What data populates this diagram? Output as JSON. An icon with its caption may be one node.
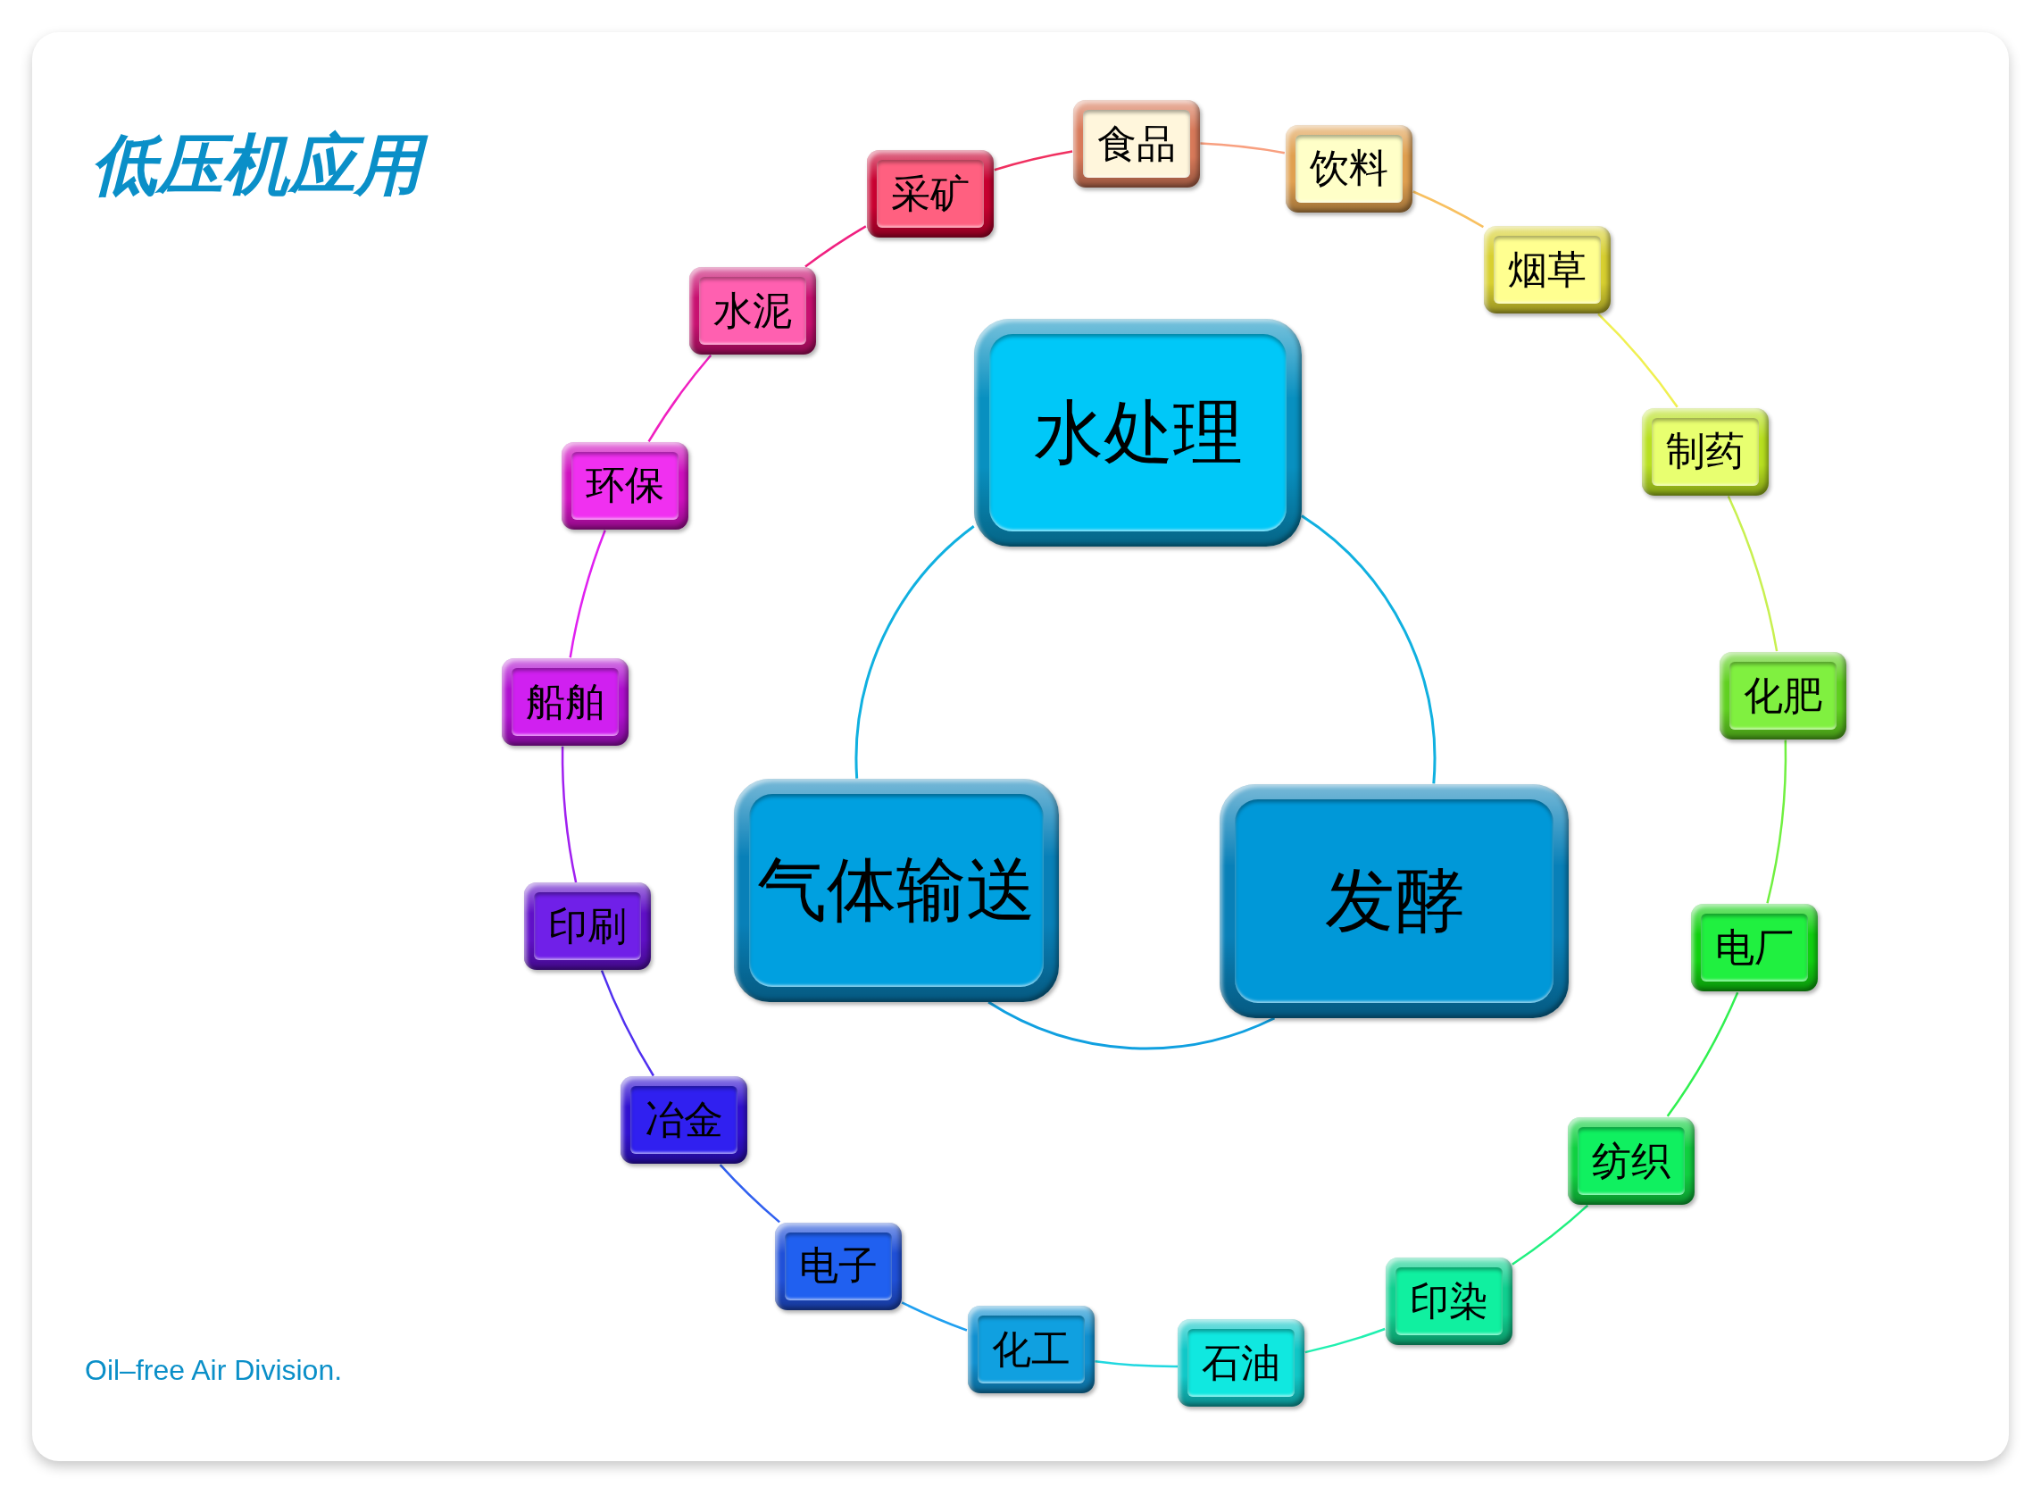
{
  "diagram": {
    "title": "低压机应用",
    "nodes": [
      {
        "text": [
          "食品"
        ]
      },
      {
        "text": [
          "饮料"
        ]
      },
      {
        "text": [
          "烟草"
        ]
      },
      {
        "text": [
          "制药"
        ]
      },
      {
        "text": [
          "化肥"
        ]
      },
      {
        "text": [
          "电厂"
        ]
      },
      {
        "text": [
          "纺织"
        ]
      },
      {
        "text": [
          "印染"
        ]
      },
      {
        "text": [
          "石油"
        ]
      },
      {
        "text": [
          "化工"
        ]
      },
      {
        "text": [
          "电子"
        ]
      },
      {
        "text": [
          "冶金"
        ]
      },
      {
        "text": [
          "印刷"
        ]
      },
      {
        "text": [
          "船舶"
        ]
      },
      {
        "text": [
          "环保"
        ]
      },
      {
        "text": [
          "水泥"
        ]
      },
      {
        "text": [
          "采矿"
        ]
      },
      {
        "text": [
          "水处理"
        ]
      },
      {
        "text": [
          "气体输送"
        ]
      },
      {
        "text": [
          "发酵"
        ]
      }
    ],
    "edges": [
      {
        "from": 0,
        "to": 1,
        "arrow": "none",
        "color": "#f8a080"
      },
      {
        "from": 1,
        "to": 2,
        "arrow": "none",
        "color": "#f8c060"
      },
      {
        "from": 2,
        "to": 3,
        "arrow": "none",
        "color": "#f0f050"
      },
      {
        "from": 3,
        "to": 4,
        "arrow": "none",
        "color": "#c8f050"
      },
      {
        "from": 4,
        "to": 5,
        "arrow": "none",
        "color": "#70f040"
      },
      {
        "from": 5,
        "to": 6,
        "arrow": "none",
        "color": "#30f050"
      },
      {
        "from": 6,
        "to": 7,
        "arrow": "none",
        "color": "#20f080"
      },
      {
        "from": 7,
        "to": 8,
        "arrow": "none",
        "color": "#20f0b0"
      },
      {
        "from": 8,
        "to": 9,
        "arrow": "none",
        "color": "#20d8e0"
      },
      {
        "from": 9,
        "to": 10,
        "arrow": "none",
        "color": "#20a0f0"
      },
      {
        "from": 10,
        "to": 11,
        "arrow": "none",
        "color": "#3060f0"
      },
      {
        "from": 11,
        "to": 12,
        "arrow": "none",
        "color": "#5030f0"
      },
      {
        "from": 12,
        "to": 13,
        "arrow": "none",
        "color": "#a020f0"
      },
      {
        "from": 13,
        "to": 14,
        "arrow": "none",
        "color": "#e020f0"
      },
      {
        "from": 14,
        "to": 15,
        "arrow": "none",
        "color": "#f020c0"
      },
      {
        "from": 15,
        "to": 16,
        "arrow": "none",
        "color": "#f02080"
      },
      {
        "from": 16,
        "to": 0,
        "arrow": "none",
        "color": "#f03060"
      },
      {
        "from": 17,
        "to": 18,
        "arrow": "none",
        "color": "#10b0e0"
      },
      {
        "from": 18,
        "to": 19,
        "arrow": "none",
        "color": "#10a0e0"
      },
      {
        "from": 19,
        "to": 17,
        "arrow": "none",
        "color": "#10b0e0"
      }
    ],
    "labels": [
      "Oil–free Air Division."
    ]
  }
}
